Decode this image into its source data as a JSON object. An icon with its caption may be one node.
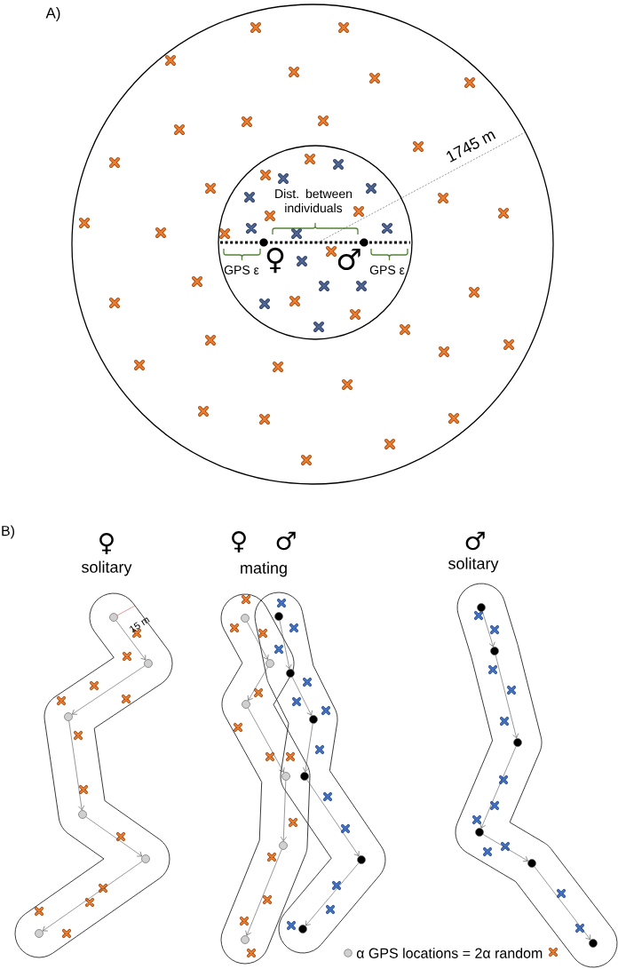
{
  "diagram": {
    "nodes": [
      {
        "text": [],
        "shape": "circle"
      },
      {
        "text": [
          "Dist. between individuals",
          "GPS ε",
          "♀",
          "♂",
          "GPS ε"
        ],
        "in": 0
      },
      {
        "text": [],
        "shape": "circle"
      },
      {
        "text": [],
        "shape": "circle"
      },
      {
        "text": [],
        "shape": "circle"
      },
      {
        "text": [],
        "shape": "circle"
      },
      {
        "text": [],
        "shape": "circle"
      },
      {
        "text": [],
        "shape": "circle"
      },
      {
        "text": [],
        "shape": "circle"
      },
      {
        "text": [],
        "shape": "circle"
      },
      {
        "text": [],
        "shape": "circle"
      },
      {
        "text": [],
        "shape": "circle"
      },
      {
        "text": [],
        "shape": "circle"
      },
      {
        "text": [],
        "shape": "circle"
      },
      {
        "text": [],
        "shape": "circle"
      },
      {
        "text": [],
        "shape": "circle"
      },
      {
        "text": [],
        "shape": "circle"
      },
      {
        "text": [],
        "shape": "circle"
      },
      {
        "text": [],
        "shape": "circle"
      },
      {
        "text": [],
        "shape": "circle"
      },
      {
        "text": [],
        "shape": "circle"
      },
      {
        "text": [],
        "shape": "circle"
      },
      {
        "text": [],
        "shape": "circle"
      },
      {
        "text": [],
        "shape": "circle"
      },
      {
        "text": [],
        "shape": "circle"
      },
      {
        "text": [],
        "shape": "circle"
      }
    ],
    "edges": [
      {
        "from": 2,
        "to": 3,
        "arrow": "to"
      },
      {
        "from": 3,
        "to": 4,
        "arrow": "to"
      },
      {
        "from": 4,
        "to": 5,
        "arrow": "to"
      },
      {
        "from": 5,
        "to": 6,
        "arrow": "to"
      },
      {
        "from": 6,
        "to": 7,
        "arrow": "to"
      },
      {
        "from": 8,
        "to": 9,
        "arrow": "to"
      },
      {
        "from": 9,
        "to": 10,
        "arrow": "to"
      },
      {
        "from": 10,
        "to": 11,
        "arrow": "to"
      },
      {
        "from": 11,
        "to": 12,
        "arrow": "to"
      },
      {
        "from": 12,
        "to": 13,
        "arrow": "to"
      },
      {
        "from": 14,
        "to": 15,
        "arrow": "to"
      },
      {
        "from": 15,
        "to": 16,
        "arrow": "to"
      },
      {
        "from": 16,
        "to": 17,
        "arrow": "to"
      },
      {
        "from": 17,
        "to": 18,
        "arrow": "to"
      },
      {
        "from": 18,
        "to": 19,
        "arrow": "to"
      },
      {
        "from": 20,
        "to": 21,
        "arrow": "to"
      },
      {
        "from": 21,
        "to": 22,
        "arrow": "to"
      },
      {
        "from": 22,
        "to": 23,
        "arrow": "to"
      },
      {
        "from": 23,
        "to": 24,
        "arrow": "to"
      },
      {
        "from": 24,
        "to": 25,
        "arrow": "to"
      }
    ],
    "labels": [
      "A)",
      "1745 m",
      "B)",
      "♀",
      "♀",
      "♂",
      "♂",
      "solitary",
      "mating",
      "solitary",
      "15 m",
      "α GPS locations = 2α random"
    ]
  }
}
